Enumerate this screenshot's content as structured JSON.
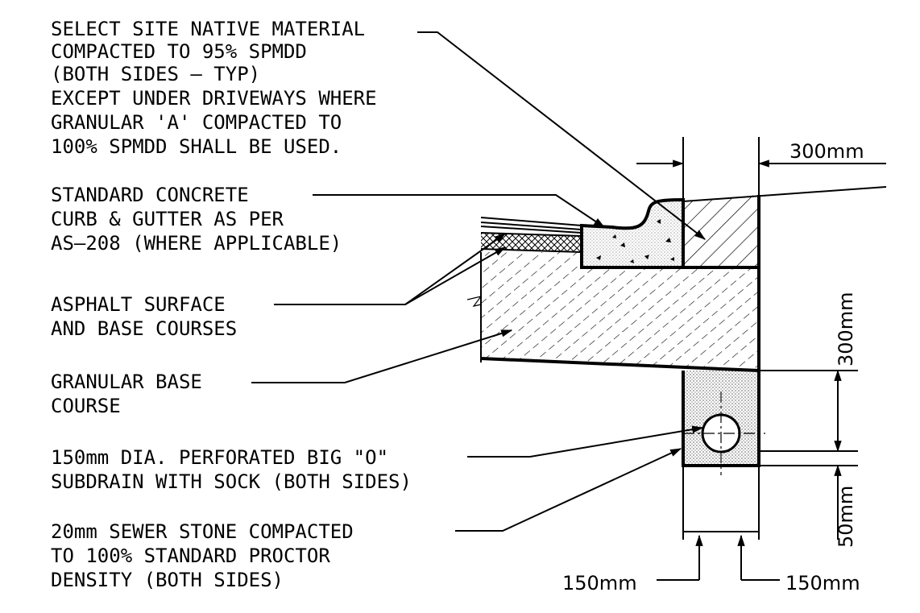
{
  "notes": {
    "native_material": [
      "SELECT SITE NATIVE MATERIAL",
      "COMPACTED TO 95% SPMDD",
      "(BOTH SIDES – TYP)",
      "EXCEPT UNDER DRIVEWAYS WHERE",
      "GRANULAR 'A' COMPACTED TO",
      "100% SPMDD SHALL BE USED."
    ],
    "curb": [
      "STANDARD CONCRETE",
      "CURB & GUTTER AS PER",
      "AS–208 (WHERE APPLICABLE)"
    ],
    "asphalt": [
      "ASPHALT SURFACE",
      "AND BASE COURSES"
    ],
    "granular": [
      "GRANULAR BASE",
      "COURSE"
    ],
    "subdrain": [
      "150mm DIA. PERFORATED BIG \"O\"",
      "SUBDRAIN WITH SOCK (BOTH SIDES)"
    ],
    "stone": [
      "20mm SEWER STONE COMPACTED",
      "TO 100% STANDARD PROCTOR",
      "DENSITY (BOTH SIDES)"
    ]
  },
  "dimensions": {
    "top_width": "300mm",
    "depth": "300mm",
    "bottom_gap": "50mm",
    "trench_left": "150mm",
    "trench_right": "150mm"
  }
}
